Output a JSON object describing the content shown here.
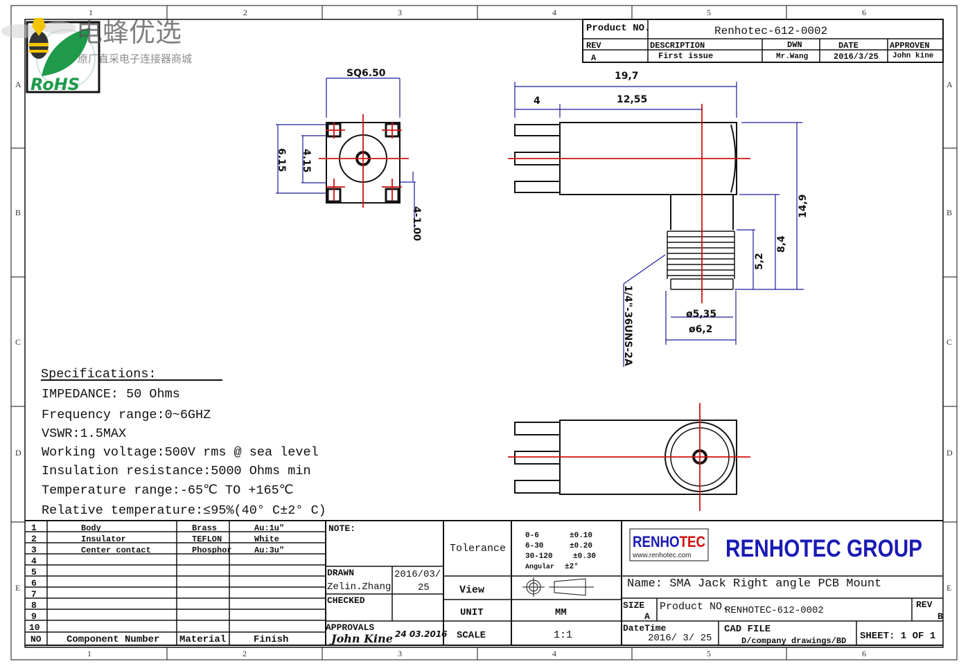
{
  "watermark": {
    "title": "电蜂优选",
    "subtitle": "原厂直采电子连接器商城",
    "rohs": "RoHS"
  },
  "zones": {
    "columns": [
      "1",
      "2",
      "3",
      "4",
      "5",
      "6"
    ],
    "rows": [
      "A",
      "B",
      "C",
      "D",
      "E"
    ]
  },
  "revision_block": {
    "product_no_label": "Product NO.",
    "product_no": "Renhotec-612-0002",
    "headers": [
      "REV",
      "DESCRIPTION",
      "DWN",
      "DATE",
      "APPROVEN"
    ],
    "row": [
      "A",
      "First issue",
      "Mr.Wang",
      "2016/3/25",
      "John kine"
    ]
  },
  "dimensions": {
    "front": {
      "width": "SQ6.50",
      "outer": "6.15",
      "inner": "4.15",
      "hole": "4-1.00"
    },
    "side": {
      "total": "19,7",
      "pin": "4",
      "center": "12,55",
      "height": "14,9",
      "stem": "8,4",
      "thread_len": "5,2",
      "dia_inner": "ø5,35",
      "dia_outer": "ø6,2",
      "thread": "1/4\"-36UNS-2A"
    }
  },
  "specifications": {
    "title": "Specifications:",
    "lines": [
      "IMPEDANCE: 50 Ohms",
      "Frequency range:0~6GHZ",
      "VSWR:1.5MAX",
      "Working voltage:500V rms @ sea level",
      "Insulation resistance:5000 Ohms min",
      "Temperature range:-65℃ TO +165℃",
      "Relative temperature:≤95%(40° C±2° C)"
    ]
  },
  "bom": {
    "rows": [
      {
        "no": "1",
        "component": "Body",
        "material": "Brass",
        "finish": "Au:1u\""
      },
      {
        "no": "2",
        "component": "Insulator",
        "material": "TEFLON",
        "finish": "White"
      },
      {
        "no": "3",
        "component": "Center contact",
        "material": "Phosphor",
        "finish": "Au:3u\""
      },
      {
        "no": "4",
        "component": "",
        "material": "",
        "finish": ""
      },
      {
        "no": "5",
        "component": "",
        "material": "",
        "finish": ""
      },
      {
        "no": "6",
        "component": "",
        "material": "",
        "finish": ""
      },
      {
        "no": "7",
        "component": "",
        "material": "",
        "finish": ""
      },
      {
        "no": "8",
        "component": "",
        "material": "",
        "finish": ""
      },
      {
        "no": "9",
        "component": "",
        "material": "",
        "finish": ""
      },
      {
        "no": "10",
        "component": "",
        "material": "",
        "finish": ""
      }
    ],
    "headers": {
      "no": "NO",
      "component": "Component Number",
      "material": "Material",
      "finish": "Finish"
    }
  },
  "approvals": {
    "note": "NOTE:",
    "drawn_label": "DRAWN",
    "drawn_by": "Zelin.Zhang",
    "drawn_date_1": "2016/03/",
    "drawn_date_2": "25",
    "checked_label": "CHECKED",
    "approvals_label": "APPROVALS",
    "approver_signature": "John Kine",
    "approval_date": "24 03.2016"
  },
  "tolerance": {
    "label": "Tolerance",
    "rows": [
      [
        "0-6",
        "±0.10"
      ],
      [
        "6-30",
        "±0.20"
      ],
      [
        "30-120",
        "±0.30"
      ],
      [
        "Angular",
        "±2°"
      ]
    ],
    "view_label": "View",
    "unit_label": "UNIT",
    "unit": "MM",
    "scale_label": "SCALE",
    "scale": "1:1"
  },
  "title_block": {
    "logo": {
      "text_blue": "RENHO",
      "text_red": "TEC",
      "url": "www.renhotec.com",
      "blue": "#1a1ab4",
      "red": "#d01010"
    },
    "company": "RENHOTEC GROUP",
    "name": "Name: SMA Jack Right angle PCB Mount",
    "size_label": "SIZE",
    "size": "A",
    "product_no_label": "Product NO.",
    "product_no": "RENHOTEC-612-0002",
    "rev_label": "REV",
    "rev": "B",
    "datetime_label": "DateTime",
    "datetime": "2016/ 3/ 25",
    "cad_label": "CAD FILE",
    "cad_path": "D/company drawings/BD",
    "sheet": "SHEET: 1 OF 1"
  }
}
